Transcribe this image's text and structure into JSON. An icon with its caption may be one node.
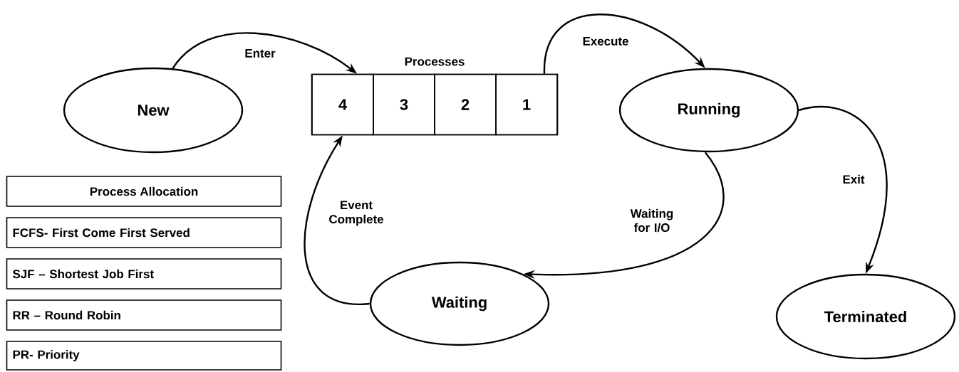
{
  "diagram": {
    "nodes": [
      {
        "text": [
          "New"
        ]
      },
      {
        "text": [
          "Processes"
        ]
      },
      {
        "text": [
          "4"
        ],
        "in": 1
      },
      {
        "text": [
          "3"
        ],
        "in": 1
      },
      {
        "text": [
          "2"
        ],
        "in": 1
      },
      {
        "text": [
          "1"
        ],
        "in": 1
      },
      {
        "text": [
          "Running"
        ]
      },
      {
        "text": [
          "Waiting"
        ]
      },
      {
        "text": [
          "Terminated"
        ]
      },
      {
        "text": [
          "Process Allocation"
        ]
      },
      {
        "text": [
          "FCFS- First Come First Served"
        ]
      },
      {
        "text": [
          "SJF – Shortest Job First"
        ]
      },
      {
        "text": [
          "RR – Round Robin"
        ]
      },
      {
        "text": [
          "PR- Priority"
        ]
      }
    ],
    "edges": [
      {
        "from": 0,
        "to": 2,
        "arrow": "to",
        "label": "Enter"
      },
      {
        "from": 5,
        "to": 6,
        "arrow": "to",
        "label": "Execute"
      },
      {
        "from": 6,
        "to": 8,
        "arrow": "to",
        "label": "Exit"
      },
      {
        "from": 6,
        "to": 7,
        "arrow": "to",
        "label": "Waiting for I/O"
      },
      {
        "from": 7,
        "to": 2,
        "arrow": "to",
        "label": "Event Complete"
      }
    ]
  }
}
